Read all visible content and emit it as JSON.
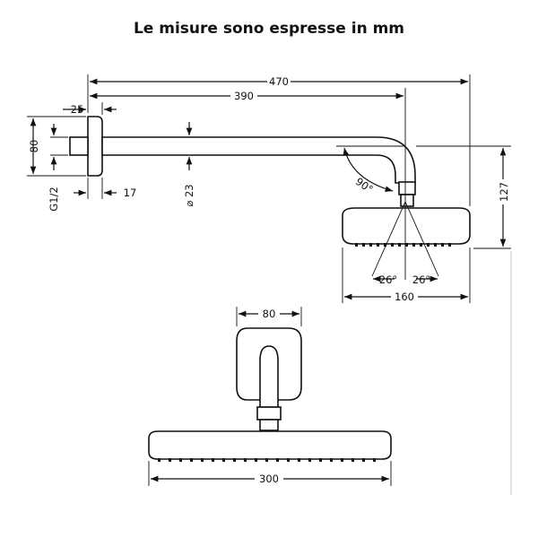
{
  "title": "Le misure sono espresse in mm",
  "dimensions": {
    "total_length": "470",
    "arm_length": "390",
    "flange_depth": "25",
    "flange_height": "80",
    "thread": "G1/2",
    "wall_gap": "17",
    "arm_diameter": "⌀ 23",
    "angle_arm": "90°",
    "height_head": "127",
    "spray_angle_left": "26°",
    "spray_angle_right": "26°",
    "head_diameter_side": "160",
    "flange_width_front": "80",
    "head_width_front": "300"
  }
}
